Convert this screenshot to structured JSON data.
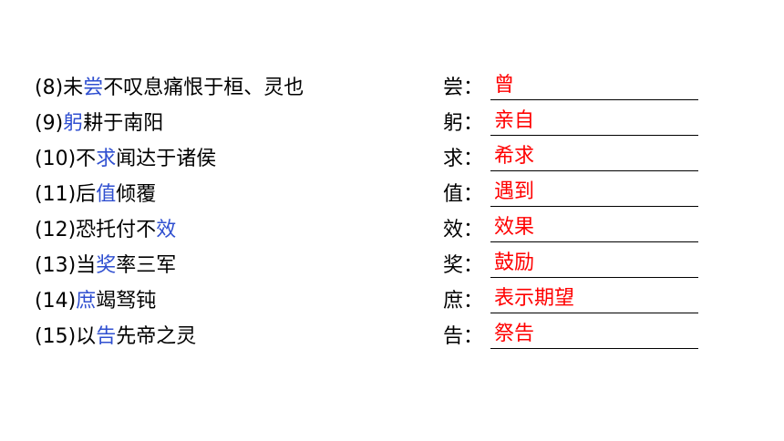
{
  "colors": {
    "keyword": "#2f4fd0",
    "answer": "#ff0000",
    "text": "#000000"
  },
  "items": [
    {
      "num": "(8)",
      "pre": "未",
      "kw": "尝",
      "post": "不叹息痛恨于桓、灵也",
      "char": "尝：",
      "answer": "曾"
    },
    {
      "num": "(9)",
      "pre": "",
      "kw": "躬",
      "post": "耕于南阳",
      "char": "躬：",
      "answer": "亲自"
    },
    {
      "num": "(10)",
      "pre": "不",
      "kw": "求",
      "post": "闻达于诸侯",
      "char": "求：",
      "answer": "希求"
    },
    {
      "num": "(11)",
      "pre": "后",
      "kw": "值",
      "post": "倾覆",
      "char": "值：",
      "answer": "遇到"
    },
    {
      "num": "(12)",
      "pre": "恐托付不",
      "kw": "效",
      "post": "",
      "char": "效：",
      "answer": "效果"
    },
    {
      "num": "(13)",
      "pre": "当",
      "kw": "奖",
      "post": "率三军",
      "char": "奖：",
      "answer": "鼓励"
    },
    {
      "num": "(14)",
      "pre": "",
      "kw": "庶",
      "post": "竭驽钝",
      "char": "庶：",
      "answer": "表示期望"
    },
    {
      "num": "(15)",
      "pre": "以",
      "kw": "告",
      "post": "先帝之灵",
      "char": "告：",
      "answer": "祭告"
    }
  ]
}
